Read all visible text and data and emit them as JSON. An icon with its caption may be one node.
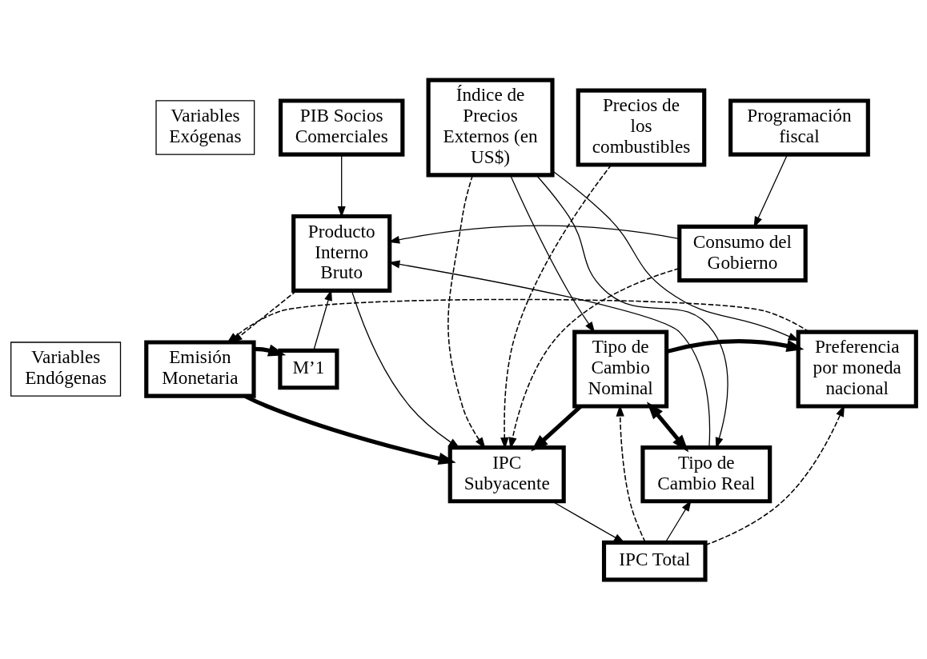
{
  "diagram": {
    "nodes": [
      {
        "text": [
          "Variables Exógenas"
        ]
      },
      {
        "text": [
          "PIB Socios Comerciales"
        ]
      },
      {
        "text": [
          "Índice de Precios Externos (en US$)"
        ]
      },
      {
        "text": [
          "Precios de los combustibles"
        ]
      },
      {
        "text": [
          "Programación fiscal"
        ]
      },
      {
        "text": [
          "Variables Endógenas"
        ]
      },
      {
        "text": [
          "Producto Interno Bruto"
        ]
      },
      {
        "text": [
          "Consumo del Gobierno"
        ]
      },
      {
        "text": [
          "Emisión Monetaria"
        ]
      },
      {
        "text": [
          "M’1"
        ]
      },
      {
        "text": [
          "Tipo de Cambio Nominal"
        ]
      },
      {
        "text": [
          "Preferencia por moneda nacional"
        ]
      },
      {
        "text": [
          "IPC Subyacente"
        ]
      },
      {
        "text": [
          "Tipo de Cambio Real"
        ]
      },
      {
        "text": [
          "IPC Total"
        ]
      }
    ],
    "edges": [
      {
        "from": 1,
        "to": 6,
        "arrow": "to"
      },
      {
        "from": 4,
        "to": 7,
        "arrow": "to"
      },
      {
        "from": 7,
        "to": 6,
        "arrow": "to"
      },
      {
        "from": 13,
        "to": 6,
        "arrow": "to"
      },
      {
        "from": 9,
        "to": 6,
        "arrow": "to"
      },
      {
        "from": 6,
        "to": 12,
        "arrow": "to"
      },
      {
        "from": 6,
        "to": 8,
        "arrow": "to",
        "style": "dashed"
      },
      {
        "from": 11,
        "to": 8,
        "arrow": "to",
        "style": "dashed"
      },
      {
        "from": 2,
        "to": 11,
        "arrow": "to"
      },
      {
        "from": 2,
        "to": 10,
        "arrow": "to"
      },
      {
        "from": 2,
        "to": 13,
        "arrow": "to"
      },
      {
        "from": 2,
        "to": 12,
        "arrow": "to",
        "style": "dashed"
      },
      {
        "from": 3,
        "to": 12,
        "arrow": "to",
        "style": "dashed"
      },
      {
        "from": 7,
        "to": 12,
        "arrow": "to",
        "style": "dashed"
      },
      {
        "from": 8,
        "to": 9,
        "arrow": "to",
        "style": "thick"
      },
      {
        "from": 10,
        "to": 11,
        "arrow": "to",
        "style": "thick"
      },
      {
        "from": 10,
        "to": 12,
        "arrow": "to",
        "style": "thick"
      },
      {
        "from": 8,
        "to": 12,
        "arrow": "to",
        "style": "thick"
      },
      {
        "from": 10,
        "to": 13,
        "arrow": "both",
        "style": "thick"
      },
      {
        "from": 12,
        "to": 14,
        "arrow": "to"
      },
      {
        "from": 14,
        "to": 10,
        "arrow": "to",
        "style": "dashed"
      },
      {
        "from": 14,
        "to": 11,
        "arrow": "to",
        "style": "dashed"
      },
      {
        "from": 14,
        "to": 13,
        "arrow": "to"
      }
    ]
  }
}
